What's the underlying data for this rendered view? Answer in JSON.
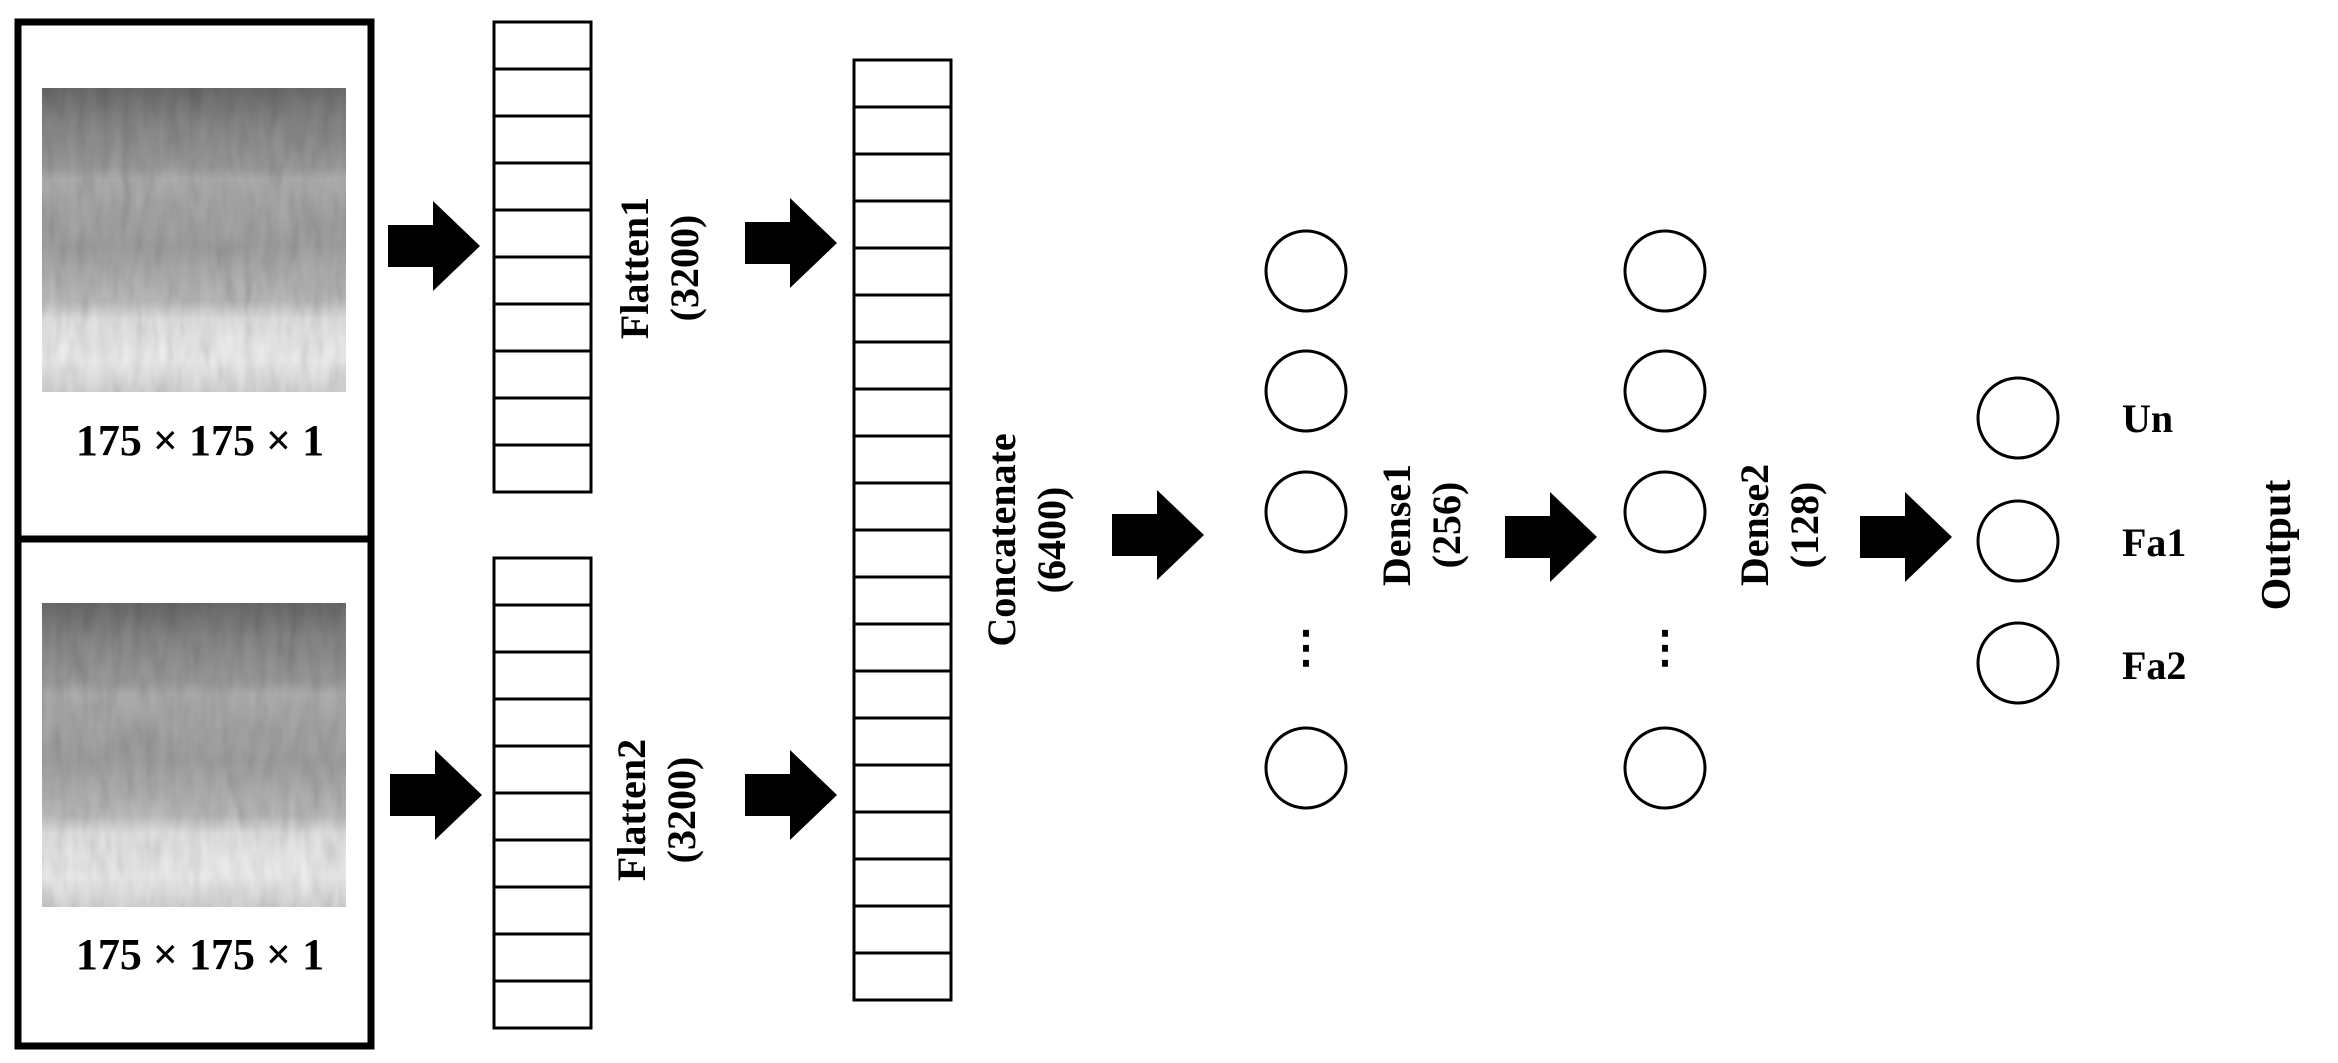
{
  "inputs": [
    {
      "shape_label": "175 × 175 × 1"
    },
    {
      "shape_label": "175 × 175 × 1"
    }
  ],
  "flatten": [
    {
      "name": "Flatten1",
      "size": "(3200)"
    },
    {
      "name": "Flatten2",
      "size": "(3200)"
    }
  ],
  "concatenate": {
    "name": "Concatenate",
    "size": "(6400)"
  },
  "dense1": {
    "name": "Dense1",
    "size": "(256)",
    "ellipsis": "⋮"
  },
  "dense2": {
    "name": "Dense2",
    "size": "(128)",
    "ellipsis": "⋮"
  },
  "output": {
    "name": "Output",
    "classes": [
      "Un",
      "Fa1",
      "Fa2"
    ]
  }
}
